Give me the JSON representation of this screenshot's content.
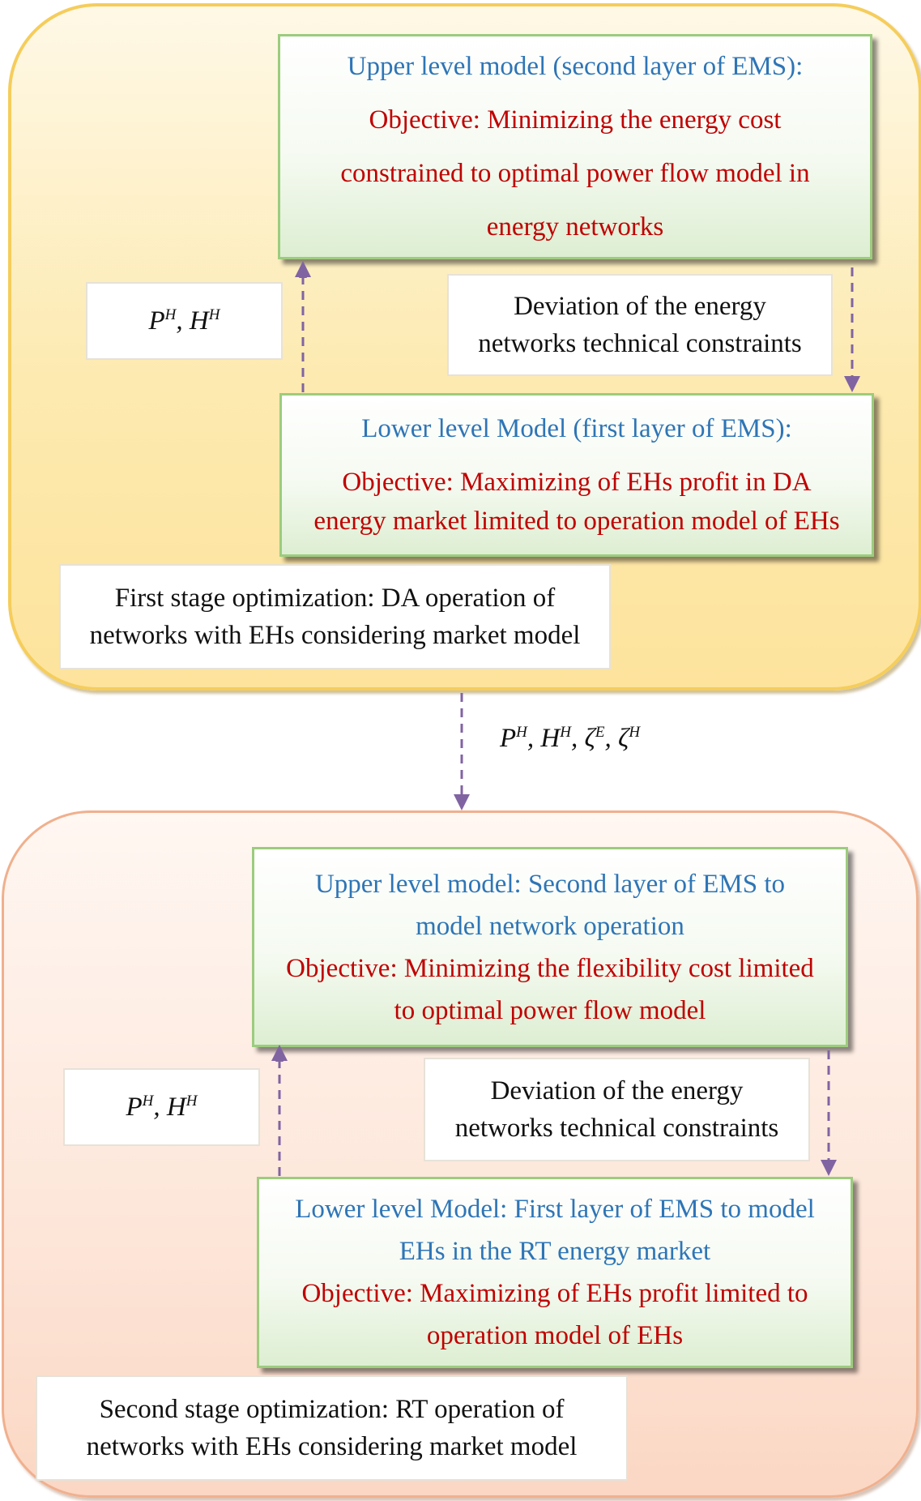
{
  "stage1": {
    "upper": {
      "title": "Upper level model (second layer of EMS):",
      "objective": [
        "Objective: Minimizing the energy cost",
        "constrained to optimal power flow model in",
        "energy networks"
      ]
    },
    "lower": {
      "title": "Lower level Model (first layer of EMS):",
      "objective": [
        "Objective: Maximizing of EHs profit in DA",
        "energy market limited to operation model of EHs"
      ]
    },
    "up_label": {
      "p": "P",
      "p_sup": "H",
      "sep": ", ",
      "h": "H",
      "h_sup": "H"
    },
    "deviation": [
      "Deviation of the energy",
      "networks technical constraints"
    ],
    "caption": [
      "First stage optimization: DA operation of",
      "networks with EHs considering market model"
    ]
  },
  "between_label": {
    "p": "P",
    "p_sup": "H",
    "sep1": ", ",
    "h": "H",
    "h_sup": "H",
    "sep2": ", ",
    "z1": "ζ",
    "z1_sup": "E",
    "sep3": ", ",
    "z2": "ζ",
    "z2_sup": "H"
  },
  "stage2": {
    "upper": {
      "title": [
        "Upper level model: Second layer of EMS to",
        "model network operation"
      ],
      "objective": [
        "Objective: Minimizing the flexibility cost limited",
        "to optimal power flow model"
      ]
    },
    "lower": {
      "title": [
        "Lower level Model: First layer of EMS to model",
        "EHs in the RT energy market"
      ],
      "objective": [
        "Objective: Maximizing of EHs profit limited to",
        "operation model of EHs"
      ]
    },
    "up_label": {
      "p": "P",
      "p_sup": "H",
      "sep": ", ",
      "h": "H",
      "h_sup": "H"
    },
    "deviation": [
      "Deviation of the energy",
      "networks technical constraints"
    ],
    "caption": [
      "Second stage optimization: RT operation of",
      "networks with EHs considering market model"
    ]
  },
  "colors": {
    "title_blue": "#2e75b6",
    "objective_red": "#c00000",
    "arrow_purple": "#8064a2",
    "box_border_green": "#9ccc7e",
    "stage1_border": "#f5cd5c",
    "stage2_border": "#f0b08e"
  }
}
